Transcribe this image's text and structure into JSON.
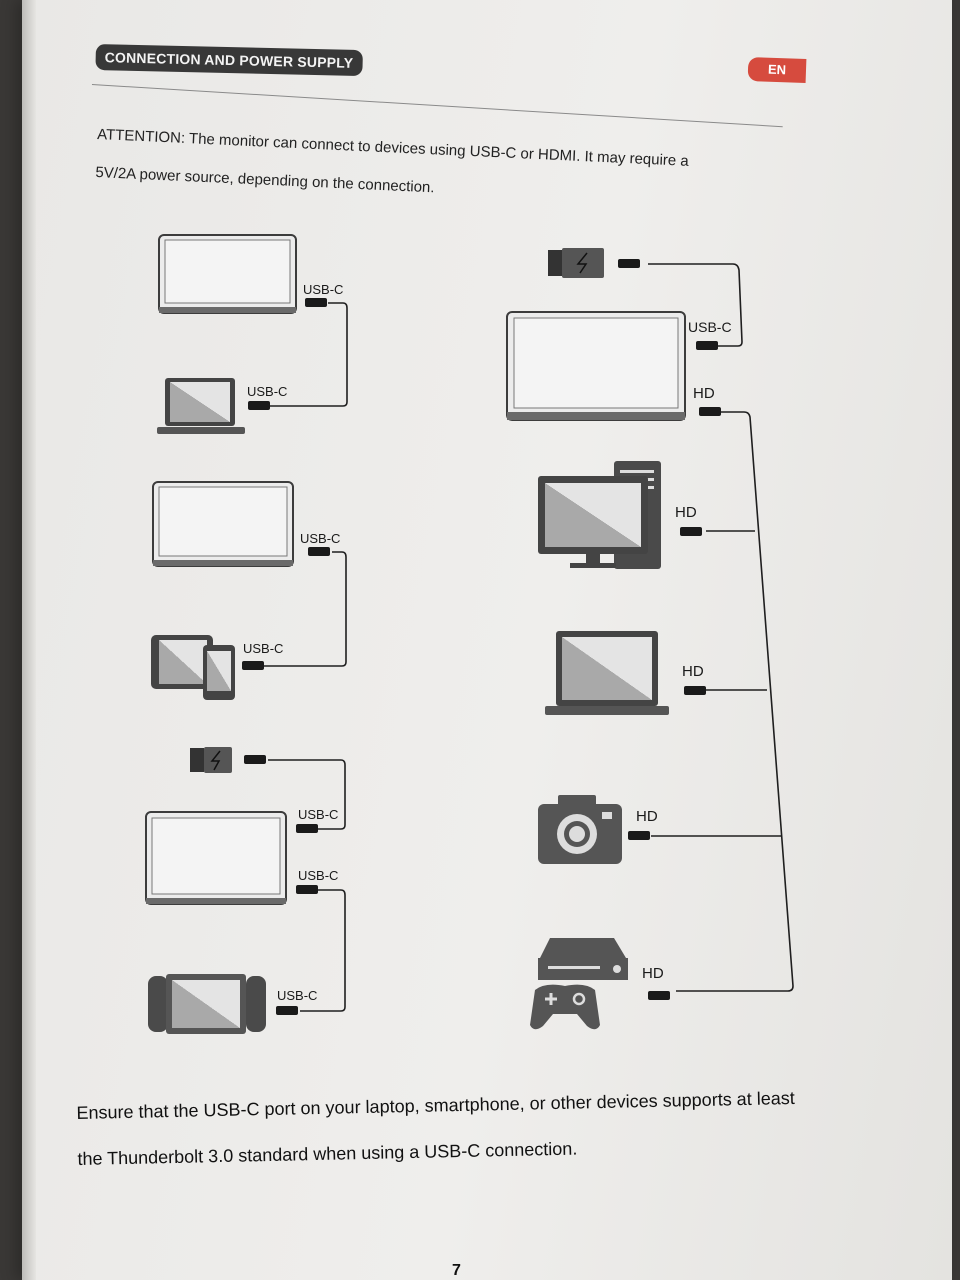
{
  "header": {
    "section_title": "CONNECTION AND POWER SUPPLY",
    "language": "EN"
  },
  "attention": {
    "line1": "ATTENTION: The monitor can connect to devices using USB-C or HDMI. It may require a",
    "line2": "5V/2A power source, depending on the connection."
  },
  "diagram": {
    "left": {
      "laptop_usbc": {
        "monitor_port": "USB-C",
        "device_port": "USB-C",
        "device_icon": "laptop-icon"
      },
      "phone_tablet_usbc": {
        "monitor_port": "USB-C",
        "device_port": "USB-C",
        "device_icon": "phone-tablet-icon"
      },
      "switch_usbc": {
        "power_port": "USB-C",
        "monitor_port": "USB-C",
        "device_port": "USB-C",
        "device_icon": "game-console-handheld-icon",
        "power_icon": "power-adapter-icon"
      }
    },
    "right": {
      "monitor_ports": {
        "power": "USB-C",
        "video": "HD"
      },
      "devices": [
        {
          "icon": "desktop-pc-icon",
          "port": "HD"
        },
        {
          "icon": "laptop-icon",
          "port": "HD"
        },
        {
          "icon": "camera-icon",
          "port": "HD"
        },
        {
          "icon": "game-console-icon",
          "port": "HD"
        }
      ]
    }
  },
  "footer_note": {
    "line1": "Ensure that the USB-C port on your laptop, smartphone, or other devices supports at least",
    "line2": "the Thunderbolt 3.0 standard when using a USB-C connection."
  },
  "page_number": "7",
  "colors": {
    "badge_dark": "#383838",
    "badge_red": "#d64b3e",
    "device_gray": "#4a4a4a",
    "device_light": "#b8b8b8"
  }
}
